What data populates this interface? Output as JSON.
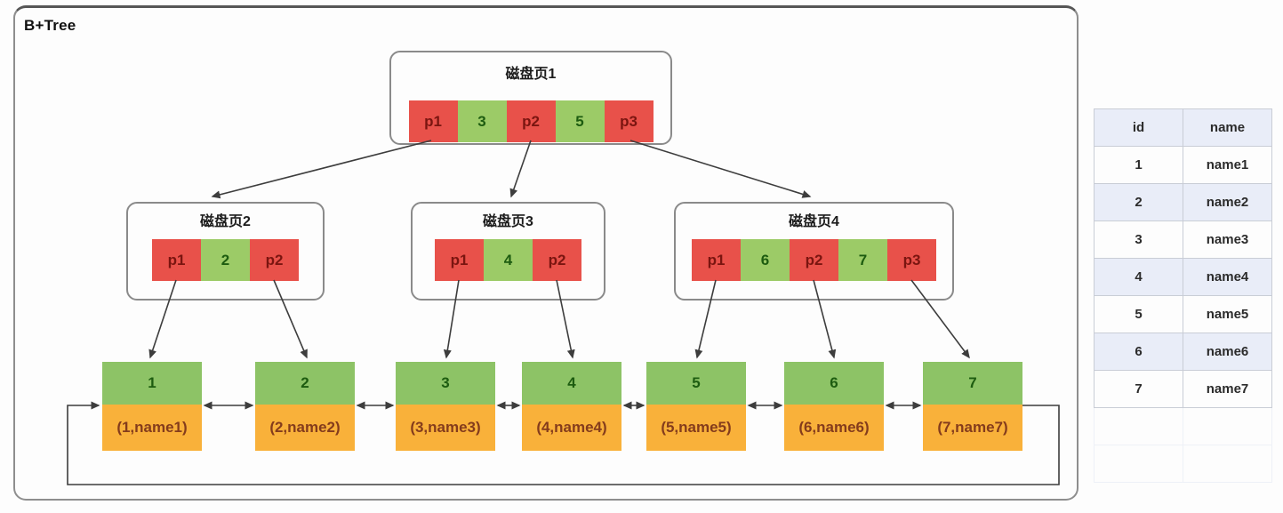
{
  "diagram_label": "B+Tree",
  "nodes": {
    "root": {
      "title": "磁盘页1",
      "cells": [
        "p1",
        "3",
        "p2",
        "5",
        "p3"
      ]
    },
    "page2": {
      "title": "磁盘页2",
      "cells": [
        "p1",
        "2",
        "p2"
      ]
    },
    "page3": {
      "title": "磁盘页3",
      "cells": [
        "p1",
        "4",
        "p2"
      ]
    },
    "page4": {
      "title": "磁盘页4",
      "cells": [
        "p1",
        "6",
        "p2",
        "7",
        "p3"
      ]
    }
  },
  "leaves": [
    {
      "key": "1",
      "record": "(1,name1)"
    },
    {
      "key": "2",
      "record": "(2,name2)"
    },
    {
      "key": "3",
      "record": "(3,name3)"
    },
    {
      "key": "4",
      "record": "(4,name4)"
    },
    {
      "key": "5",
      "record": "(5,name5)"
    },
    {
      "key": "6",
      "record": "(6,name6)"
    },
    {
      "key": "7",
      "record": "(7,name7)"
    }
  ],
  "table": {
    "headers": [
      "id",
      "name"
    ],
    "rows": [
      [
        "1",
        "name1"
      ],
      [
        "2",
        "name2"
      ],
      [
        "3",
        "name3"
      ],
      [
        "4",
        "name4"
      ],
      [
        "5",
        "name5"
      ],
      [
        "6",
        "name6"
      ],
      [
        "7",
        "name7"
      ]
    ]
  },
  "colors": {
    "cell_red": "#e8514a",
    "cell_green": "#9ccb67",
    "leaf_green": "#8dc366",
    "leaf_orange": "#f9b13a",
    "red_text": "#7a1510",
    "green_text": "#1d5c10",
    "orange_text": "#843c1c",
    "arrow": "#3d3d3d",
    "table_shade": "#e9edf8",
    "table_border": "#c9cdd6"
  }
}
